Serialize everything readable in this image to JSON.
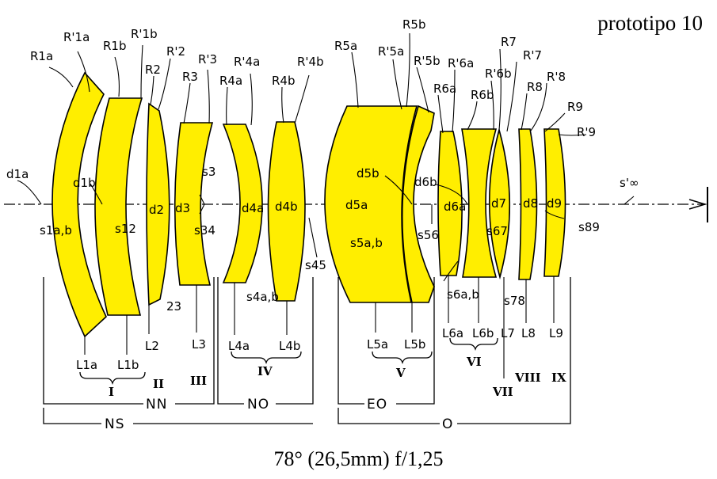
{
  "title": "prototipo 10",
  "caption": "78° (26,5mm) f/1,25",
  "colors": {
    "lens_fill": "#ffee00",
    "ink": "#000000",
    "background": "#ffffff"
  },
  "radius_labels": {
    "R1a": "R1a",
    "R1a_p": "R'1a",
    "R1b": "R1b",
    "R1b_p": "R'1b",
    "R2": "R2",
    "R2_p": "R'2",
    "R3": "R3",
    "R3_p": "R'3",
    "R4a": "R4a",
    "R4a_p": "R'4a",
    "R4b": "R4b",
    "R4b_p": "R'4b",
    "R5a": "R5a",
    "R5a_p": "R'5a",
    "R5b": "R5b",
    "R5b_p": "R'5b",
    "R6a": "R6a",
    "R6a_p": "R'6a",
    "R6b": "R6b",
    "R6b_p": "R'6b",
    "R7": "R7",
    "R7_p": "R'7",
    "R8": "R8",
    "R8_p": "R'8",
    "R9": "R9",
    "R9_p": "R'9"
  },
  "thickness_labels": {
    "d1a": "d1a",
    "d1b": "d1b",
    "d2": "d2",
    "d3": "d3",
    "d4a": "d4a",
    "d4b": "d4b",
    "d5a": "d5a",
    "d5b": "d5b",
    "d6a": "d6a",
    "d6b": "d6b",
    "d7": "d7",
    "d8": "d8",
    "d9": "d9"
  },
  "spacing_labels": {
    "s1ab": "s1a,b",
    "s12": "s12",
    "s23": "23",
    "s3": "s3",
    "s34": "s34",
    "s4ab": "s4a,b",
    "s45": "s45",
    "s5ab": "s5a,b",
    "s56": "s56",
    "s6ab": "s6a,b",
    "s67": "s67",
    "s78": "s78",
    "s89": "s89",
    "s_inf": "s'∞"
  },
  "lens_labels": {
    "L1a": "L1a",
    "L1b": "L1b",
    "L2": "L2",
    "L3": "L3",
    "L4a": "L4a",
    "L4b": "L4b",
    "L5a": "L5a",
    "L5b": "L5b",
    "L6a": "L6a",
    "L6b": "L6b",
    "L7": "L7",
    "L8": "L8",
    "L9": "L9"
  },
  "group_numerals": {
    "I": "I",
    "II": "II",
    "III": "III",
    "IV": "IV",
    "V": "V",
    "VI": "VI",
    "VII": "VII",
    "VIII": "VIII",
    "IX": "IX"
  },
  "assembly_labels": {
    "NN": "NN",
    "NO": "NO",
    "EO": "EO",
    "NS": "NS",
    "O": "O"
  }
}
